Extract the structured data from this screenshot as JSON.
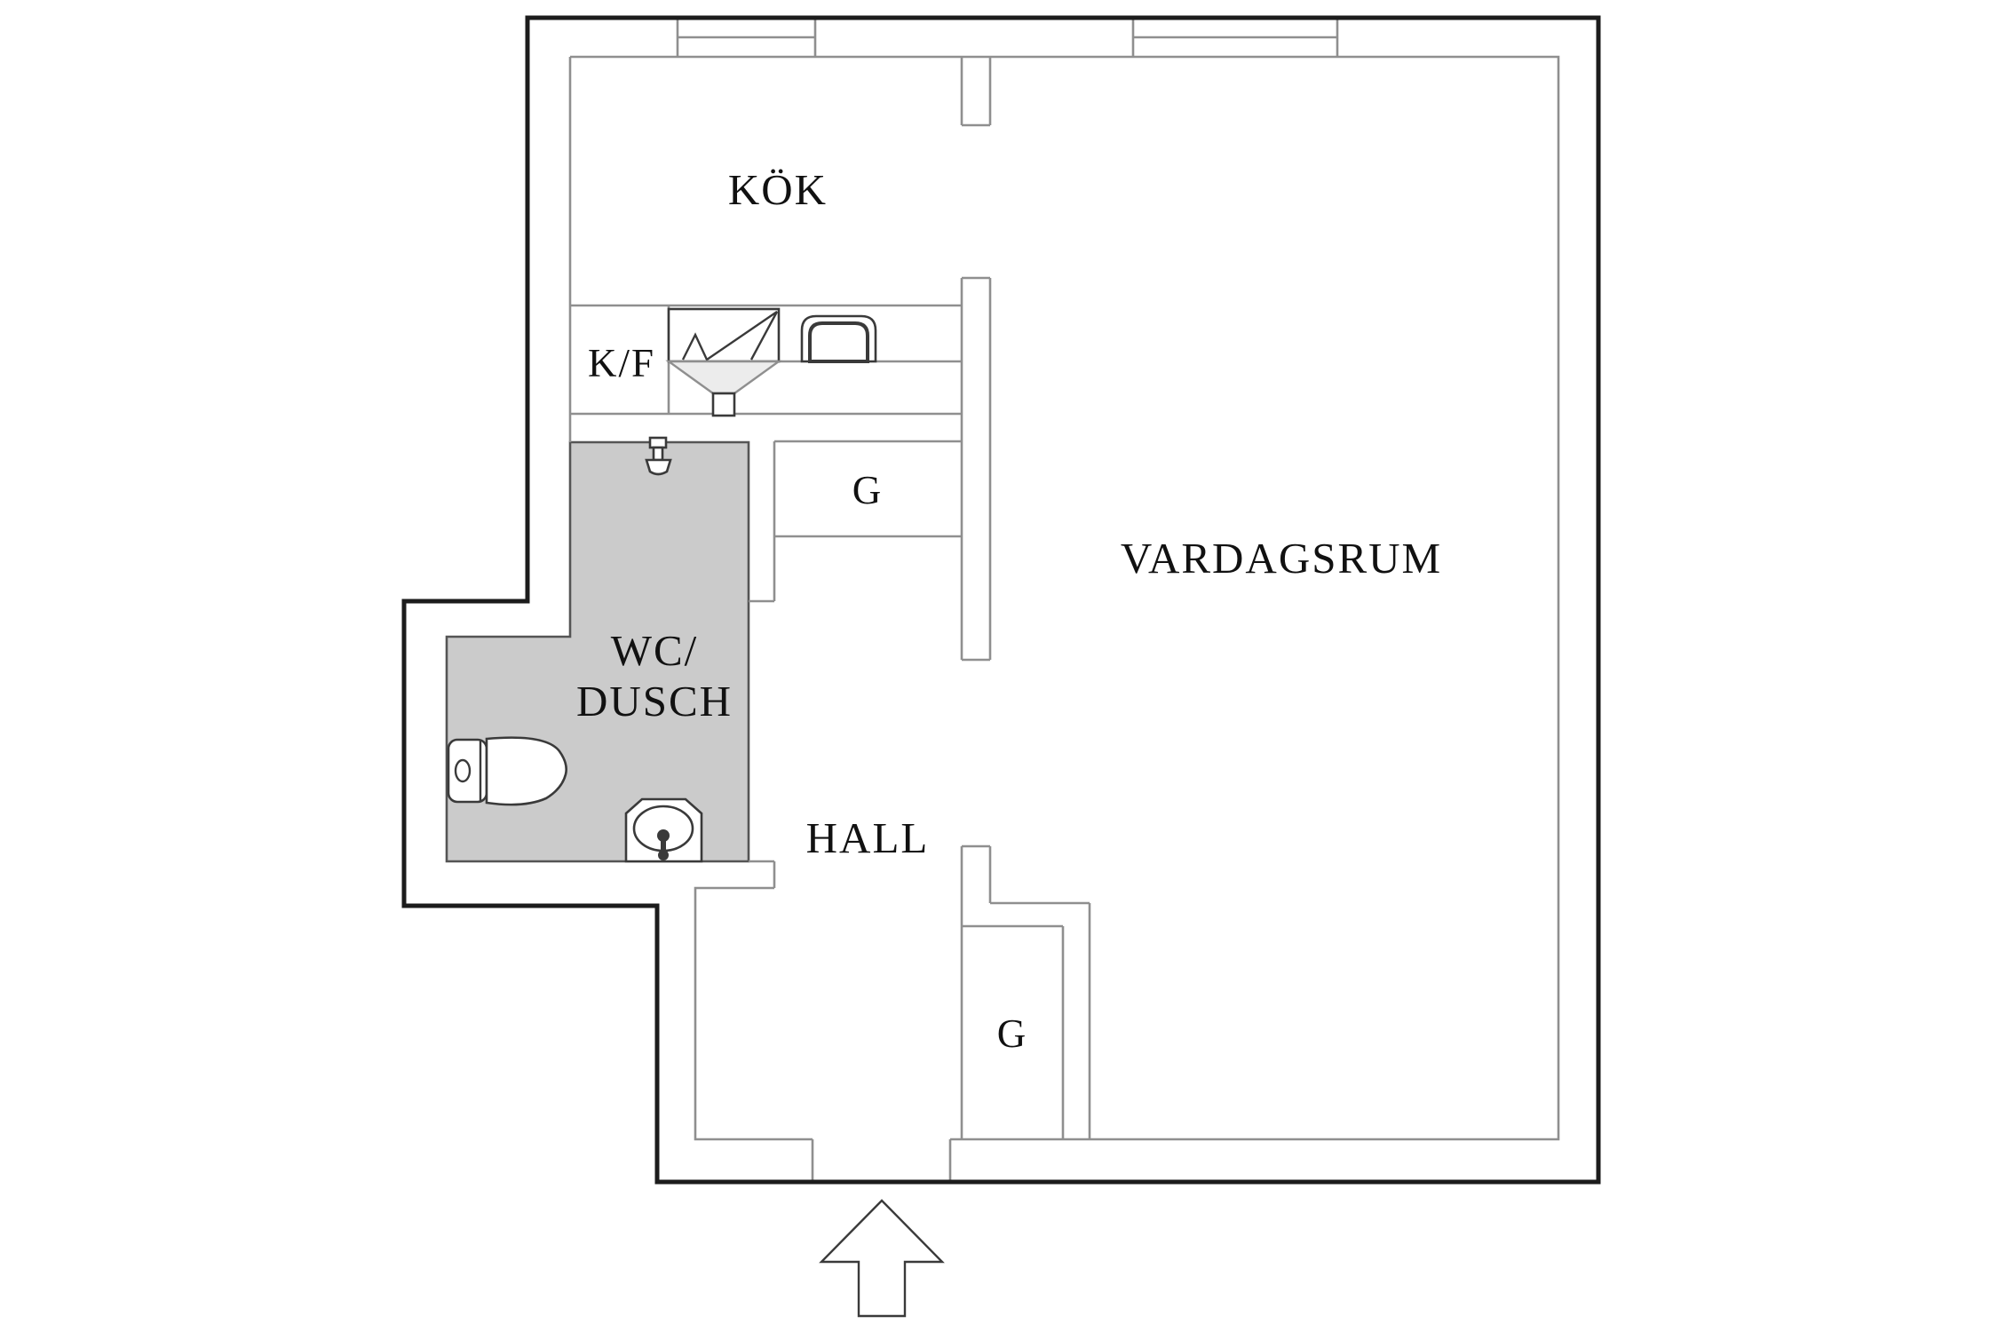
{
  "plan": {
    "title": "apartment-floor-plan",
    "rooms": {
      "kitchen": {
        "label": "KÖK"
      },
      "living_room": {
        "label": "VARDAGSRUM"
      },
      "bathroom": {
        "label_line1": "WC/",
        "label_line2": "DUSCH"
      },
      "hall": {
        "label": "HALL"
      },
      "fridge_freezer": {
        "label": "K/F"
      },
      "wardrobe_upper": {
        "label": "G"
      },
      "wardrobe_lower": {
        "label": "G"
      }
    },
    "colors": {
      "background": "#ffffff",
      "outer_wall": "#1c1c1c",
      "inner_wall": "#8f8f8f",
      "bathroom_fill": "#cbcbcb",
      "bathroom_stroke": "#555555",
      "funnel_fill": "#ececec",
      "fixture_stroke": "#3a3a3a",
      "text": "#111111"
    }
  }
}
